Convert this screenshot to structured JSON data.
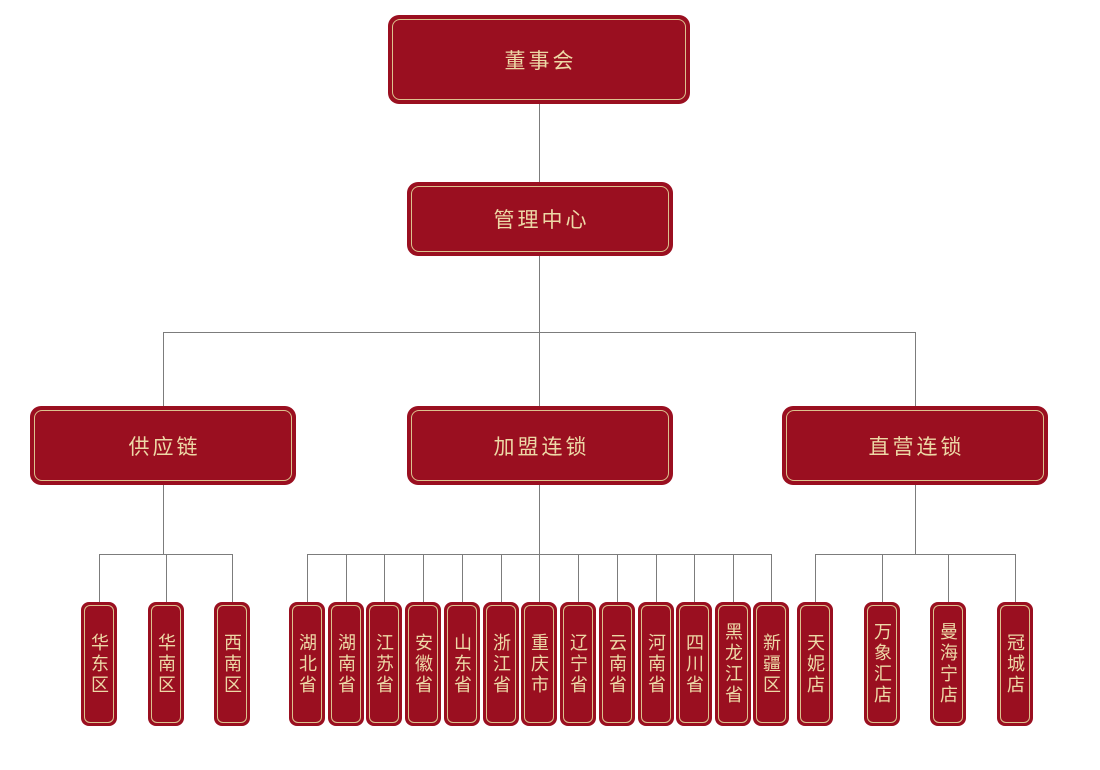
{
  "chart": {
    "type": "org-chart",
    "root": {
      "label": "董事会"
    },
    "level2": {
      "label": "管理中心"
    },
    "branches": [
      {
        "label": "供应链",
        "children": [
          {
            "label": "华东区"
          },
          {
            "label": "华南区"
          },
          {
            "label": "西南区"
          }
        ]
      },
      {
        "label": "加盟连锁",
        "children": [
          {
            "label": "湖北省"
          },
          {
            "label": "湖南省"
          },
          {
            "label": "江苏省"
          },
          {
            "label": "安徽省"
          },
          {
            "label": "山东省"
          },
          {
            "label": "浙江省"
          },
          {
            "label": "重庆市"
          },
          {
            "label": "辽宁省"
          },
          {
            "label": "云南省"
          },
          {
            "label": "河南省"
          },
          {
            "label": "四川省"
          },
          {
            "label": "黑龙江省"
          },
          {
            "label": "新疆区"
          }
        ]
      },
      {
        "label": "直营连锁",
        "children": [
          {
            "label": "天妮店"
          },
          {
            "label": "万象汇店"
          },
          {
            "label": "曼海宁店"
          },
          {
            "label": "冠城店"
          }
        ]
      }
    ],
    "colors": {
      "box_red": "#9a0f20",
      "gold_border": "#dcc28e",
      "gold_text": "#edd8a6",
      "connector_gray": "#7c7c7c",
      "background": "#ffffff"
    }
  }
}
